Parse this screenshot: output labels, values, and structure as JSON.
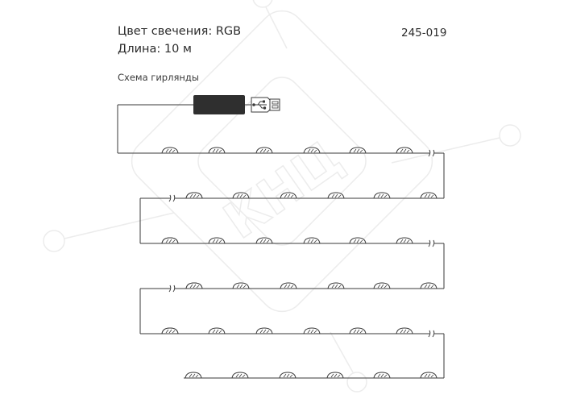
{
  "header": {
    "color_label": "Цвет свечения: RGB",
    "length_label": "Длина: 10 м",
    "article": "245-019"
  },
  "diagram": {
    "title": "Схема гирлянды",
    "rows": [
      {
        "leds": 6
      },
      {
        "leds": 6
      },
      {
        "leds": 6
      },
      {
        "leds": 6
      },
      {
        "leds": 6
      },
      {
        "leds": 6
      }
    ]
  },
  "watermark": {
    "text": "КНЦ",
    "color": "#ececec"
  },
  "colors": {
    "line": "#3a3a3a",
    "controller": "#2f2f2f"
  }
}
